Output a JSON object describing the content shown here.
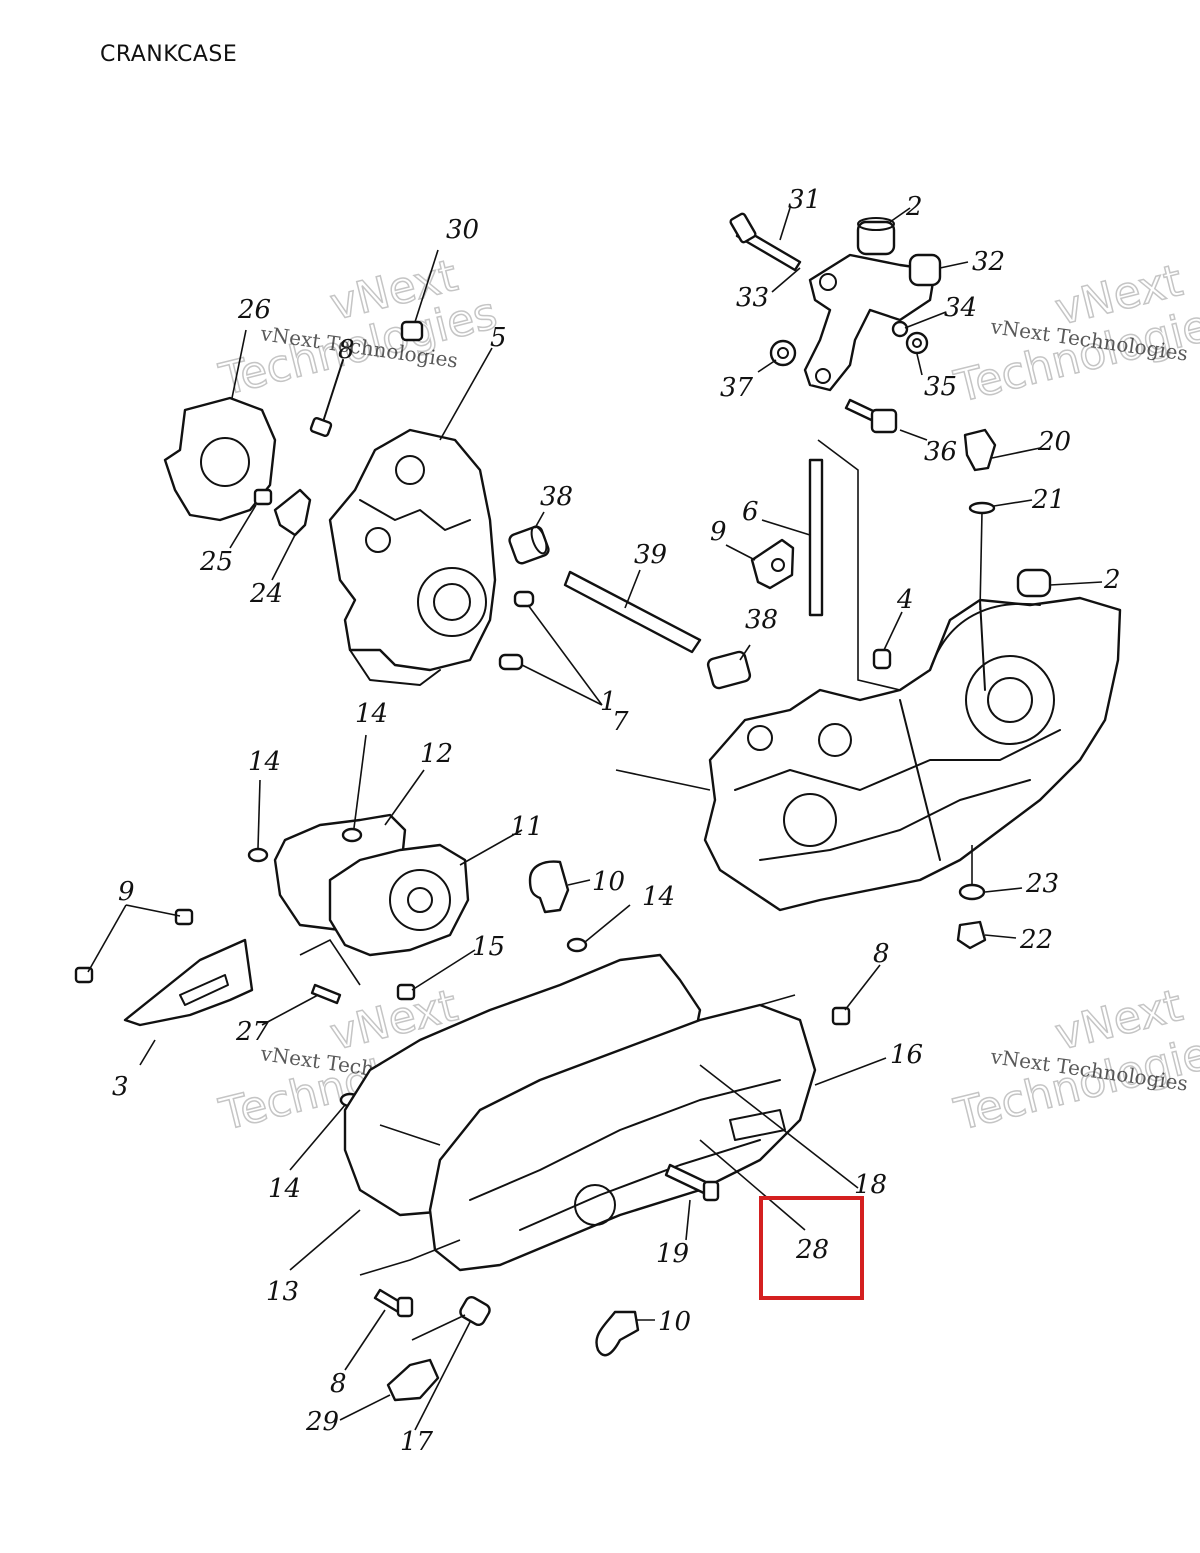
{
  "title": "CRANKCASE",
  "watermark": {
    "line1": "vNext",
    "line2": "Technologies",
    "full": "vNext Technologies"
  },
  "callouts": [
    "1",
    "2",
    "3",
    "4",
    "5",
    "6",
    "7",
    "8",
    "9",
    "10",
    "11",
    "12",
    "13",
    "14",
    "15",
    "16",
    "17",
    "18",
    "19",
    "20",
    "21",
    "22",
    "23",
    "24",
    "25",
    "26",
    "27",
    "28",
    "29",
    "30",
    "31",
    "32",
    "33",
    "34",
    "35",
    "36",
    "37",
    "38",
    "39"
  ],
  "highlighted_callout": "28",
  "colors": {
    "line": "#111111",
    "highlight": "#d42020"
  }
}
